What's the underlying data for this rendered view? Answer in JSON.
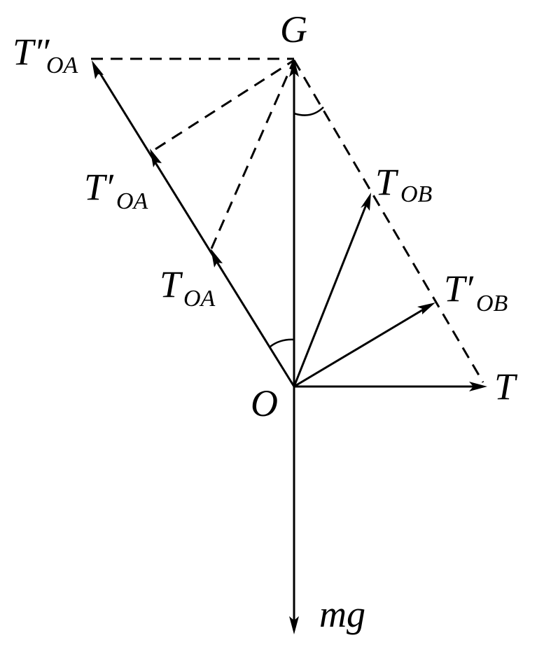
{
  "labels": {
    "G": "G",
    "O": "O",
    "T": "T",
    "mg": "mg",
    "T_OA_main": "T",
    "T_OA_sub": "OA",
    "T_OA_prime_main": "T′",
    "T_OA_prime_sub": "OA",
    "T_OA_dprime_main": "T″",
    "T_OA_dprime_sub": "OA",
    "T_OB_main": "T",
    "T_OB_sub": "OB",
    "T_OB_prime_main": "T′",
    "T_OB_prime_sub": "OB"
  }
}
